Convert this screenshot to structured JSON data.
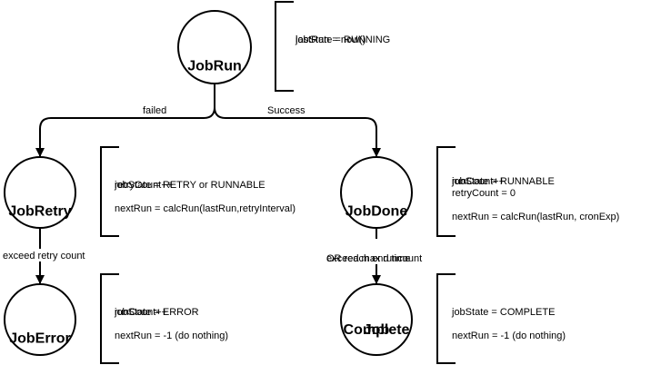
{
  "states": {
    "jobrun": {
      "label": [
        "JobRun"
      ]
    },
    "jobretry": {
      "label": [
        "JobRetry"
      ]
    },
    "jobdone": {
      "label": [
        "JobDone"
      ]
    },
    "joberror": {
      "label": [
        "JobError"
      ]
    },
    "jobcomplete": {
      "label": [
        "Job",
        "Complete"
      ]
    }
  },
  "notes": {
    "jobrun": [
      "jobState = RUNNING",
      "lastRun = now()"
    ],
    "jobretry": [
      "jobState = RETRY or RUNNABLE",
      "retryCount++",
      "",
      "nextRun = calcRun(lastRun,retryInterval)"
    ],
    "jobdone": [
      "jobState = RUNNABLE",
      "runCount++",
      "retryCount = 0",
      "",
      "nextRun = calcRun(lastRun, cronExp)"
    ],
    "joberror": [
      "jobState = ERROR",
      "runCount++",
      "",
      "nextRun = -1 (do nothing)"
    ],
    "jobcomplete": [
      "jobState = COMPLETE",
      "",
      "",
      "nextRun = -1 (do nothing)"
    ]
  },
  "edges": {
    "failed": [
      "failed"
    ],
    "success": [
      "Success"
    ],
    "retry_to_error": [
      "exceed retry count"
    ],
    "done_to_complete": [
      "exceed max runcount",
      "OR reach end time"
    ]
  }
}
